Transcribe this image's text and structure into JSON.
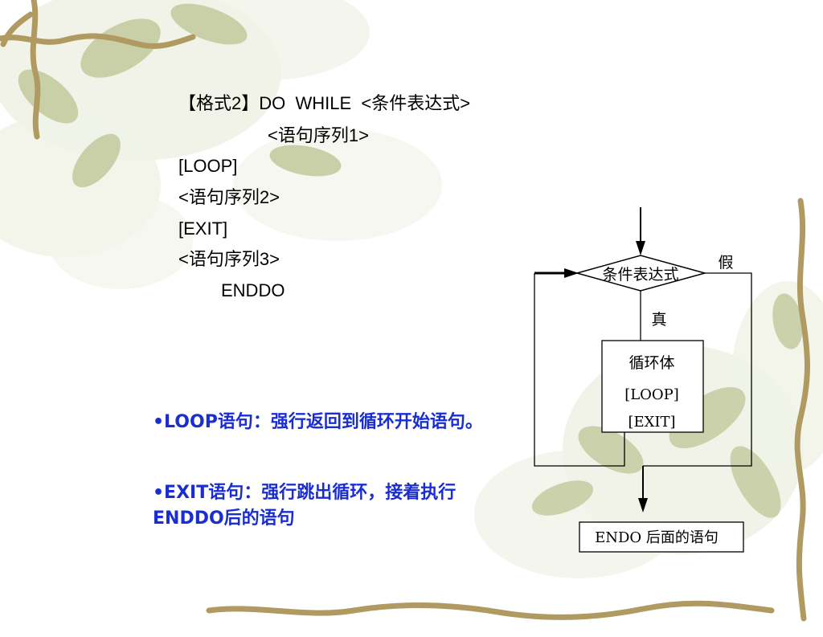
{
  "code": {
    "line1": "【格式2】DO  WHILE  <条件表达式>",
    "line2": "<语句序列1>",
    "line3": "[LOOP]",
    "line4": "<语句序列2>",
    "line5": "[EXIT]",
    "line6": "<语句序列3>",
    "line7": "ENDDO"
  },
  "notes": {
    "loop": "•LOOP语句：强行返回到循环开始语句。",
    "exit": "•EXIT语句：强行跳出循环，接着执行ENDDO后的语句"
  },
  "flowchart": {
    "condition": "条件表达式",
    "false_label": "假",
    "true_label": "真",
    "body_title": "循环体",
    "body_loop": "[LOOP]",
    "body_exit": "[EXIT]",
    "after": "ENDO 后面的语句"
  }
}
